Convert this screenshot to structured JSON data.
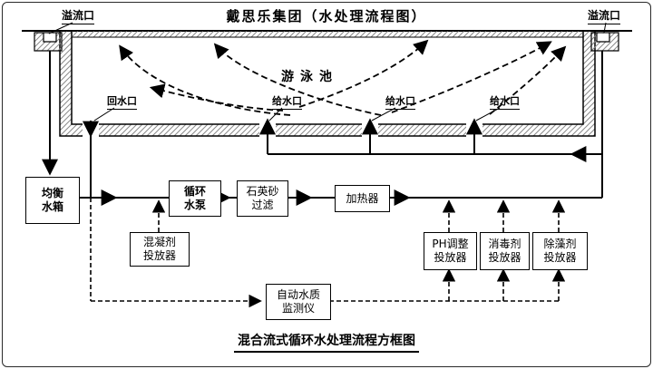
{
  "title": "戴思乐集团（水处理流程图）",
  "caption": "混合流式循环水处理流程方框图",
  "pool": {
    "name": "游泳池",
    "overflow_left": "溢流口",
    "overflow_right": "溢流口",
    "return_outlet": "回水口",
    "supply_outlet_1": "给水口",
    "supply_outlet_2": "给水口",
    "supply_outlet_3": "给水口"
  },
  "components": {
    "tank": {
      "lines": [
        "均衡",
        "水箱"
      ]
    },
    "pump": {
      "lines": [
        "循环",
        "水泵"
      ]
    },
    "filter": {
      "lines": [
        "石英砂",
        "过滤"
      ]
    },
    "heater": {
      "lines": [
        "加热器"
      ]
    },
    "coagulant": {
      "lines": [
        "混凝剂",
        "投放器"
      ]
    },
    "ph_doser": {
      "lines": [
        "PH调整",
        "投放器"
      ]
    },
    "disinfectant_doser": {
      "lines": [
        "消毒剂",
        "投放器"
      ]
    },
    "algaecide_doser": {
      "lines": [
        "除藻剂",
        "投放器"
      ]
    },
    "monitor": {
      "lines": [
        "自动水质",
        "监测仪"
      ]
    }
  },
  "colors": {
    "line": "#000000",
    "hatch": "#8a8a8a",
    "background": "#ffffff"
  }
}
